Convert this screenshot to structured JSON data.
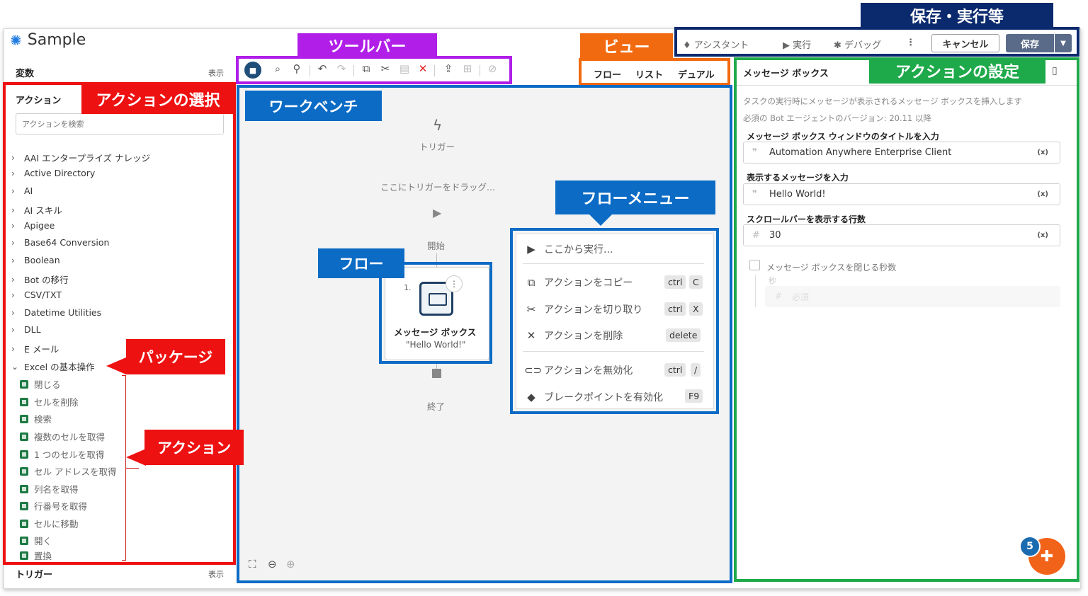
{
  "app": {
    "title": "Sample"
  },
  "left_panel": {
    "variables_header": "変数",
    "variables_link": "表示",
    "actions_header": "アクション",
    "search_placeholder": "アクションを検索",
    "packages": [
      "AAI エンタープライズ ナレッジ",
      "Active Directory",
      "AI",
      "AI スキル",
      "Apigee",
      "Base64 Conversion",
      "Boolean",
      "Bot の移行",
      "CSV/TXT",
      "Datetime Utilities",
      "DLL",
      "E メール"
    ],
    "expanded_package": "Excel の基本操作",
    "excel_actions": [
      "閉じる",
      "セルを削除",
      "検索",
      "複数のセルを取得",
      "1 つのセルを取得",
      "セル アドレスを取得",
      "列名を取得",
      "行番号を取得",
      "セルに移動",
      "開く",
      "置換"
    ],
    "triggers_header": "トリガー",
    "triggers_link": "表示"
  },
  "toolbar": {
    "icons": [
      "camera-icon",
      "find-in-flow-icon",
      "search-icon",
      "undo-icon",
      "redo-icon",
      "copy-icon",
      "cut-icon",
      "paste-icon",
      "delete-icon",
      "export-icon",
      "import-icon",
      "disable-icon"
    ]
  },
  "view_tabs": [
    "フロー",
    "リスト",
    "デュアル"
  ],
  "workbench": {
    "trigger_label": "トリガー",
    "trigger_drop_hint": "ここにトリガーをドラッグ...",
    "start_label": "開始",
    "node_number": "1.",
    "node_title": "メッセージ ボックス",
    "node_subtitle": "\"Hello World!\"",
    "end_label": "終了"
  },
  "flow_menu": {
    "run_from_here": "ここから実行...",
    "copy": "アクションをコピー",
    "copy_keys": [
      "ctrl",
      "C"
    ],
    "cut": "アクションを切り取り",
    "cut_keys": [
      "ctrl",
      "X"
    ],
    "delete": "アクションを削除",
    "delete_key": "delete",
    "disable": "アクションを無効化",
    "disable_keys": [
      "ctrl",
      "/"
    ],
    "breakpoint": "ブレークポイントを有効化",
    "breakpoint_key": "F9"
  },
  "right_panel": {
    "title": "メッセージ ボックス",
    "description": "タスクの実行時にメッセージが表示されるメッセージ ボックスを挿入します",
    "version_note": "必須の Bot エージェントのバージョン: 20.11 以降",
    "field1_label": "メッセージ ボックス ウィンドウのタイトルを入力",
    "field1_value": "Automation Anywhere Enterprise Client",
    "field2_label": "表示するメッセージを入力",
    "field2_value": "Hello World!",
    "field3_label": "スクロールバーを表示する行数",
    "field3_value": "30",
    "var_button": "(x)",
    "close_seconds_label": "メッセージ ボックスを閉じる秒数",
    "seconds_label": "秒",
    "seconds_placeholder": "必須"
  },
  "top_toolbar": {
    "assistant": "アシスタント",
    "run": "実行",
    "debug": "デバッグ",
    "cancel": "キャンセル",
    "save": "保存"
  },
  "notification_count": "5",
  "annotations": {
    "save_run": "保存・実行等",
    "toolbar": "ツールバー",
    "view": "ビュー",
    "action_select": "アクションの選択",
    "workbench": "ワークベンチ",
    "flow_menu": "フローメニュー",
    "flow": "フロー",
    "package": "パッケージ",
    "action": "アクション",
    "action_settings": "アクションの設定"
  },
  "colors": {
    "red": "#ee1111",
    "blue": "#0b6bc5",
    "purple": "#b01ee8",
    "orange": "#f26a10",
    "green": "#1ea94a",
    "navy": "#0b2a6e",
    "excel_green": "#1d7a43"
  }
}
